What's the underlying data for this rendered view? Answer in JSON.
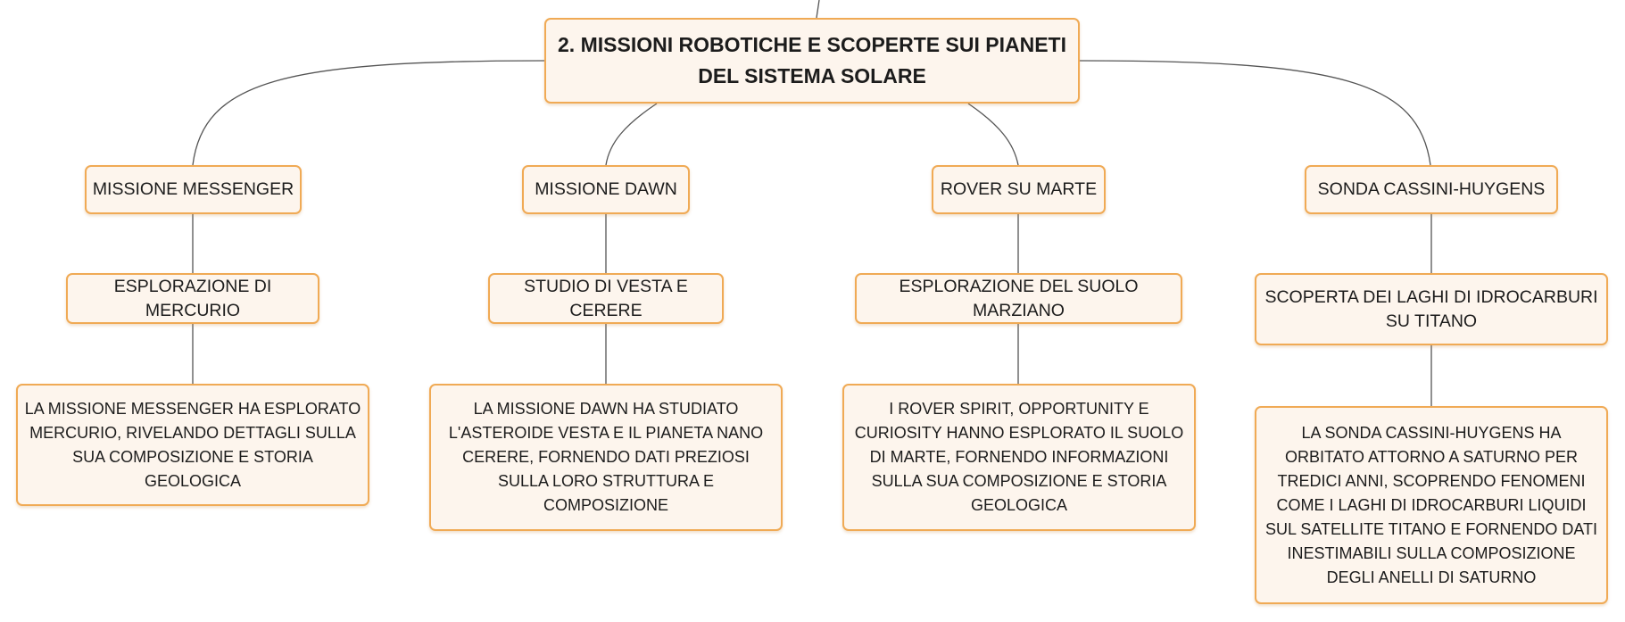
{
  "colors": {
    "node_fill": "#fdf5ed",
    "node_border": "#f0aa55",
    "connector": "#555555",
    "text": "#1c1c1c"
  },
  "root": {
    "label": "2. MISSIONI ROBOTICHE E SCOPERTE SUI PIANETI DEL SISTEMA SOLARE"
  },
  "branches": [
    {
      "mission": "MISSIONE MESSENGER",
      "topic": "ESPLORAZIONE DI MERCURIO",
      "detail": "LA MISSIONE MESSENGER HA ESPLORATO MERCURIO, RIVELANDO DETTAGLI SULLA SUA COMPOSIZIONE E STORIA GEOLOGICA"
    },
    {
      "mission": "MISSIONE DAWN",
      "topic": "STUDIO DI VESTA E CERERE",
      "detail": "LA MISSIONE DAWN HA STUDIATO L'ASTEROIDE VESTA E IL PIANETA NANO CERERE, FORNENDO DATI PREZIOSI SULLA LORO STRUTTURA E COMPOSIZIONE"
    },
    {
      "mission": "ROVER SU MARTE",
      "topic": "ESPLORAZIONE DEL SUOLO MARZIANO",
      "detail": "I ROVER SPIRIT, OPPORTUNITY E CURIOSITY HANNO ESPLORATO IL SUOLO DI MARTE, FORNENDO INFORMAZIONI SULLA SUA COMPOSIZIONE E STORIA GEOLOGICA"
    },
    {
      "mission": "SONDA CASSINI-HUYGENS",
      "topic": "SCOPERTA DEI LAGHI DI IDROCARBURI SU TITANO",
      "detail": "LA SONDA CASSINI-HUYGENS HA ORBITATO ATTORNO A SATURNO PER TREDICI ANNI, SCOPRENDO FENOMENI COME I LAGHI DI IDROCARBURI LIQUIDI SUL SATELLITE TITANO E FORNENDO DATI INESTIMABILI SULLA COMPOSIZIONE DEGLI ANELLI DI SATURNO"
    }
  ]
}
